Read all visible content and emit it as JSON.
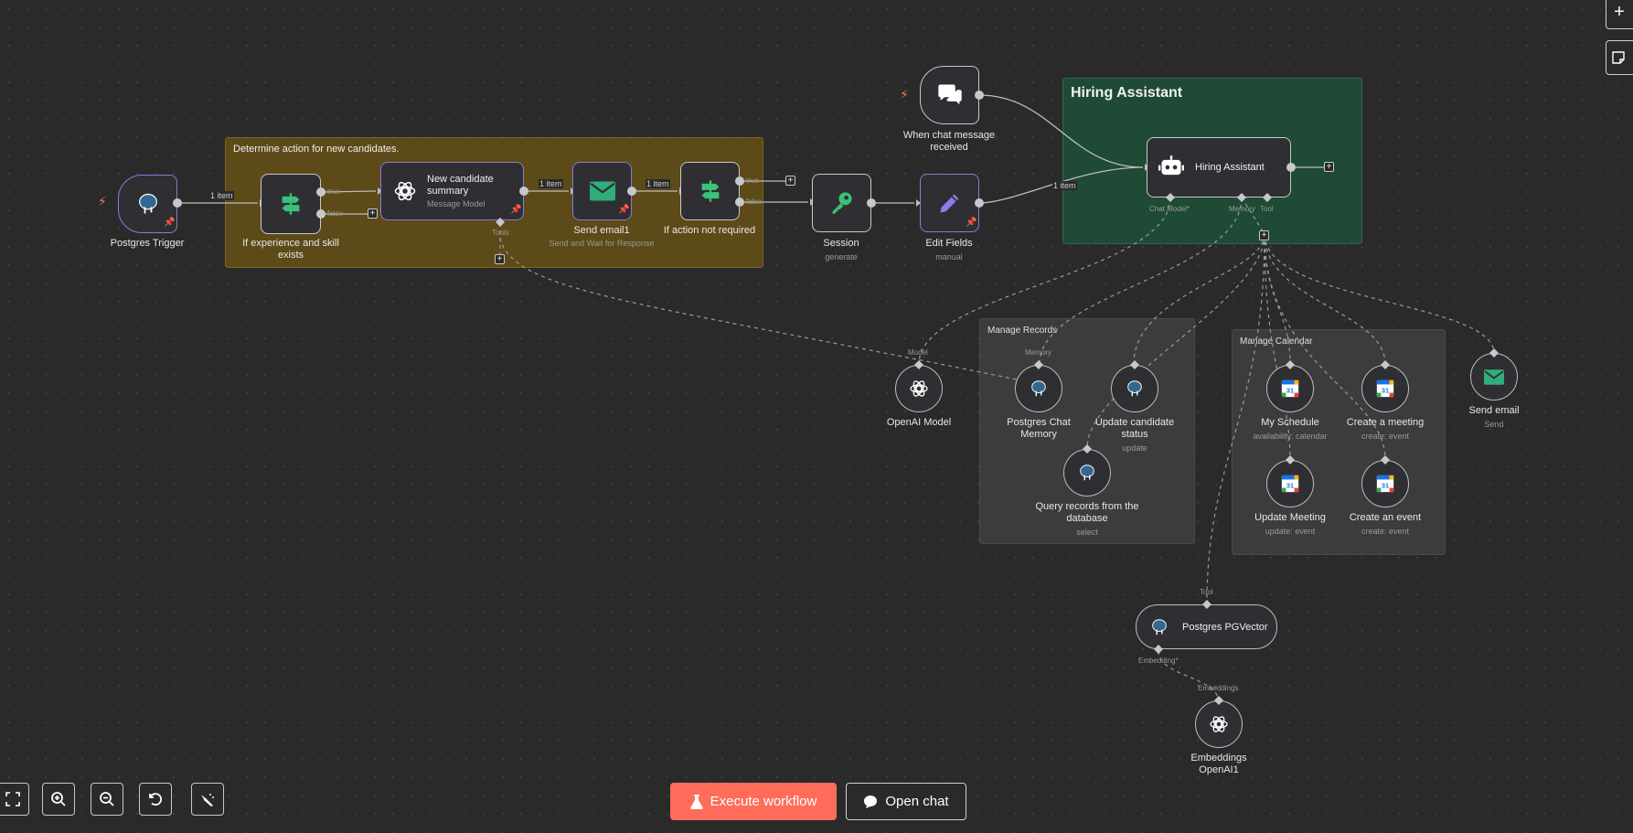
{
  "sticky_notes": {
    "determine": "Determine action for new candidates.",
    "hiring": "Hiring Assistant"
  },
  "groups": {
    "records": "Manage Records",
    "calendar": "Manage Calendar"
  },
  "nodes": {
    "postgres_trigger": "Postgres Trigger",
    "if_experience": "If experience and skill exists",
    "new_candidate": "New candidate summary",
    "new_candidate_sub": "Message Model",
    "send_email1": "Send email1",
    "send_email1_sub": "Send and Wait for Response",
    "if_action": "If action not required",
    "session": "Session",
    "session_sub": "generate",
    "edit_fields": "Edit Fields",
    "edit_fields_sub": "manual",
    "chat_trigger": "When chat message received",
    "hiring_assistant": "Hiring Assistant",
    "openai_model": "OpenAI Model",
    "pg_chat_memory": "Postgres Chat Memory",
    "update_candidate": "Update candidate status",
    "update_candidate_sub": "update",
    "query_records": "Query records from the database",
    "query_records_sub": "select",
    "my_schedule": "My Schedule",
    "my_schedule_sub": "availability: calendar",
    "create_meeting": "Create a meeting",
    "create_meeting_sub": "create: event",
    "update_meeting": "Update Meeting",
    "update_meeting_sub": "update: event",
    "create_event": "Create an event",
    "create_event_sub": "create: event",
    "send_email": "Send email",
    "send_email_sub": "Send",
    "pgvector": "Postgres PGVector",
    "embeddings": "Embeddings OpenAI1"
  },
  "ports": {
    "true": "true",
    "false": "false",
    "tools": "Tools",
    "chat_model": "Chat Model*",
    "memory": "Memory",
    "tool": "Tool",
    "model": "Model",
    "embedding": "Embedding*",
    "embeddings": "Embeddings"
  },
  "wire_labels": {
    "one_item": "1 item"
  },
  "toolbar": {
    "execute": "Execute workflow",
    "open_chat": "Open chat"
  },
  "colors": {
    "accent": "#ff6d5a",
    "sticky_yellow": "#5c4a18",
    "sticky_green": "#1f4a35",
    "if_green": "#3bc27a",
    "email_green": "#2fae7b",
    "edit_purple": "#8a7cf0"
  }
}
